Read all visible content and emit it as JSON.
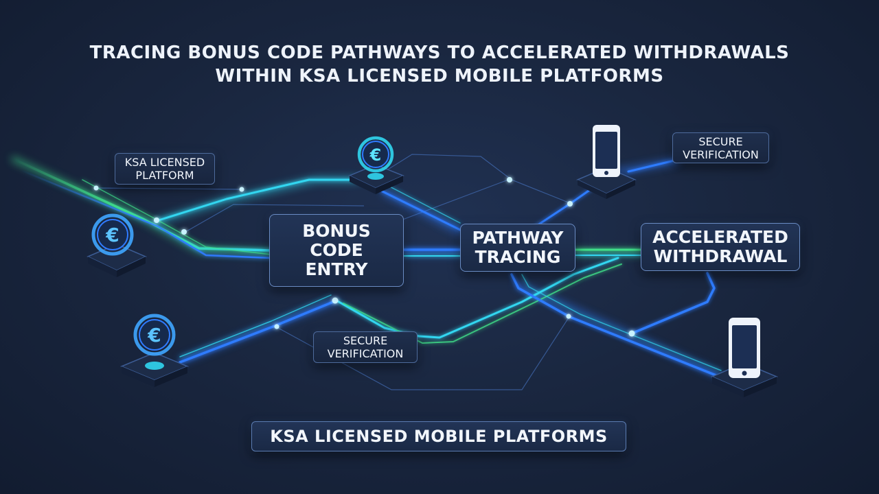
{
  "title": {
    "line1": "TRACING BONUS CODE PATHWAYS TO ACCELERATED WITHDRAWALS",
    "line2": "WITHIN KSA LICENSED MOBILE PLATFORMS"
  },
  "nodes": {
    "bonus_code_entry": "BONUS\nCODE\nENTRY",
    "pathway_tracing": "PATHWAY\nTRACING",
    "accelerated_withdrawal": "ACCELERATED\nWITHDRAWAL"
  },
  "labels": {
    "ksa_licensed_platform": "KSA LICENSED\nPLATFORM",
    "secure_verification_top": "SECURE\nVERIFICATION",
    "secure_verification_bottom": "SECURE\nVERIFICATION"
  },
  "footer": {
    "label": "KSA LICENSED MOBILE PLATFORMS"
  },
  "icons": {
    "coin": "euro-coin-icon",
    "phone": "smartphone-icon"
  },
  "colors": {
    "background": "#17233a",
    "blue_line": "#2f7bff",
    "cyan_line": "#31d6f0",
    "green_line": "#3fe08a",
    "coin_accent": "#3fa6ff"
  }
}
